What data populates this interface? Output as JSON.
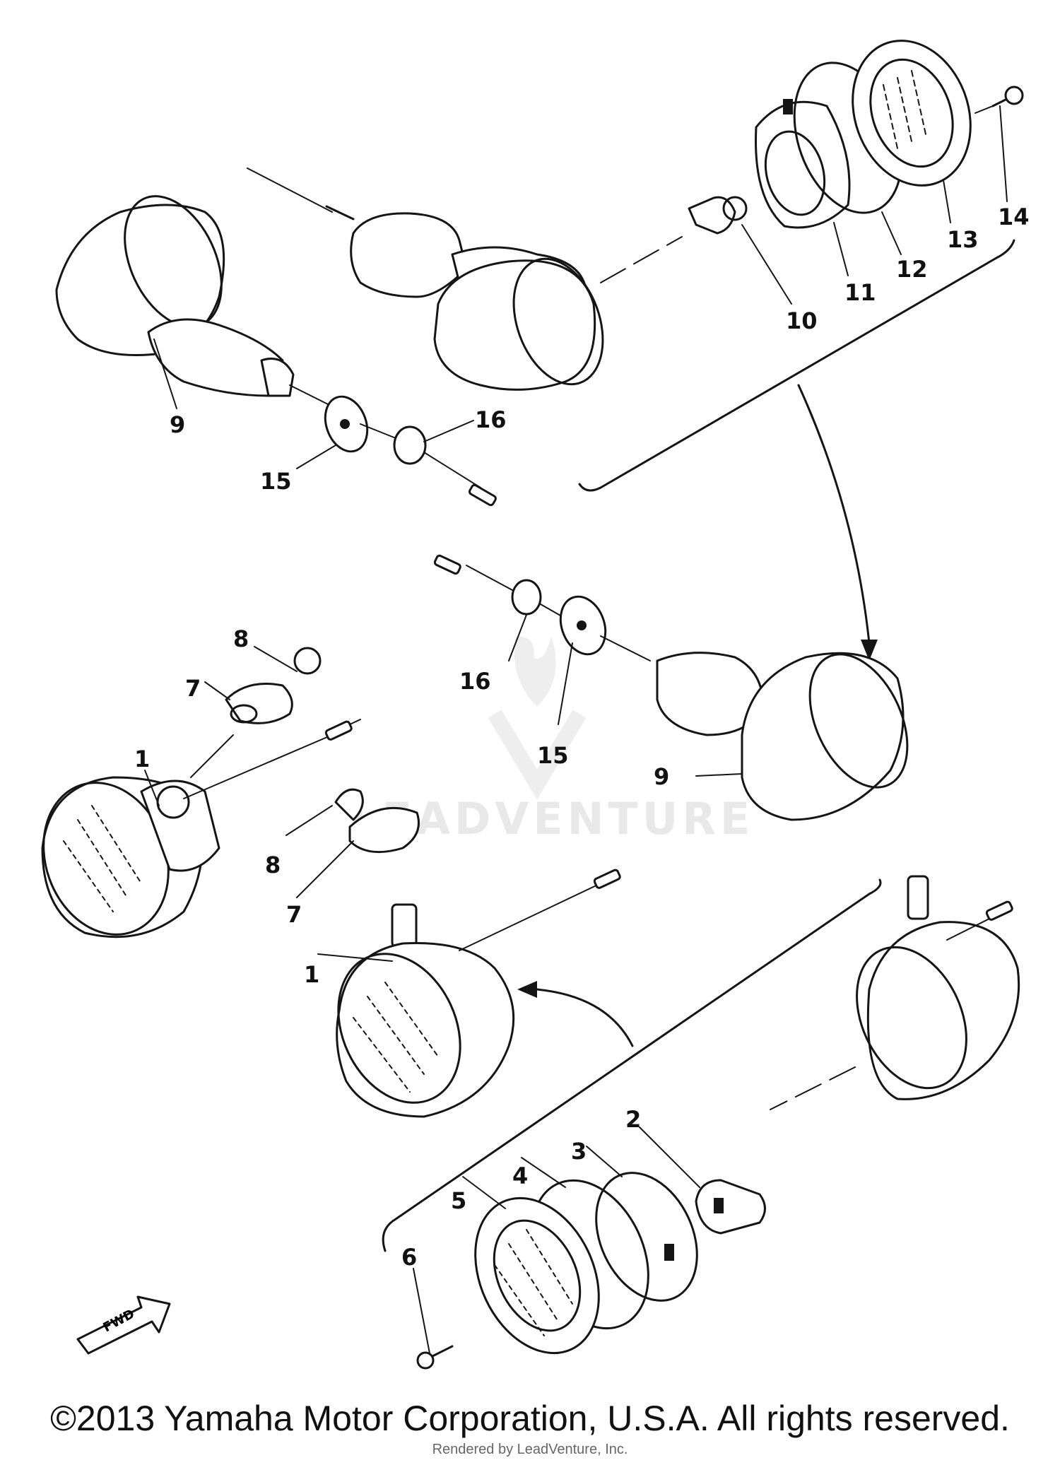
{
  "callouts": [
    "1",
    "2",
    "3",
    "4",
    "5",
    "6",
    "7",
    "8",
    "9",
    "10",
    "11",
    "12",
    "13",
    "14",
    "15",
    "16"
  ],
  "fwd_label": "FWD",
  "watermark": "LEADVENTURE",
  "copyright": "©2013 Yamaha Motor Corporation, U.S.A. All rights reserved.",
  "rendered_by": "Rendered by LeadVenture, Inc."
}
